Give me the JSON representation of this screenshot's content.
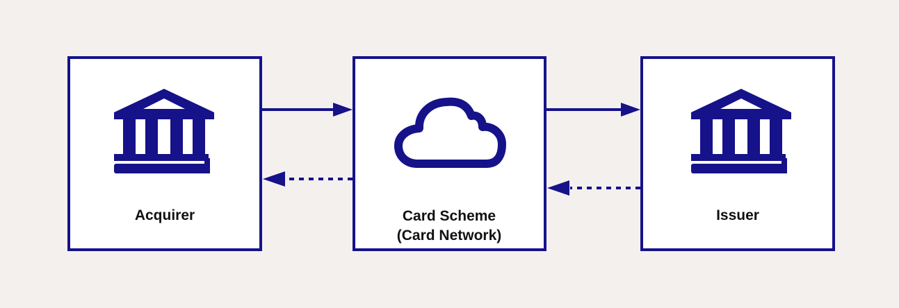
{
  "colors": {
    "background": "#f4f0ee",
    "accent": "#15128a",
    "box_fill": "#ffffff",
    "text": "#111111"
  },
  "nodes": {
    "acquirer": {
      "label": "Acquirer",
      "icon": "bank-icon"
    },
    "card_scheme": {
      "label_line1": "Card Scheme",
      "label_line2": "(Card Network)",
      "icon": "cloud-icon"
    },
    "issuer": {
      "label": "Issuer",
      "icon": "bank-icon"
    }
  },
  "edges": [
    {
      "from": "acquirer",
      "to": "card_scheme",
      "style": "solid"
    },
    {
      "from": "card_scheme",
      "to": "issuer",
      "style": "solid"
    },
    {
      "from": "issuer",
      "to": "card_scheme",
      "style": "dashed"
    },
    {
      "from": "card_scheme",
      "to": "acquirer",
      "style": "dashed"
    }
  ]
}
